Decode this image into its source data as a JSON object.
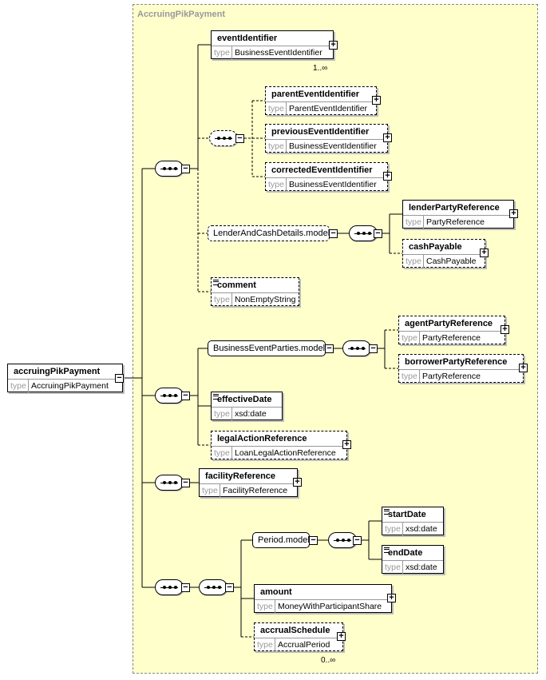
{
  "diagram": {
    "group_title": "AccruingPikPayment",
    "type_label": "type",
    "root": {
      "name": "accruingPikPayment",
      "type": "AccruingPikPayment"
    },
    "elements": {
      "eventIdentifier": {
        "name": "eventIdentifier",
        "type": "BusinessEventIdentifier",
        "occurs": "1..∞"
      },
      "parentEventIdentifier": {
        "name": "parentEventIdentifier",
        "type": "ParentEventIdentifier"
      },
      "previousEventIdentifier": {
        "name": "previousEventIdentifier",
        "type": "BusinessEventIdentifier"
      },
      "correctedEventIdentifier": {
        "name": "correctedEventIdentifier",
        "type": "BusinessEventIdentifier"
      },
      "lenderPartyReference": {
        "name": "lenderPartyReference",
        "type": "PartyReference"
      },
      "cashPayable": {
        "name": "cashPayable",
        "type": "CashPayable"
      },
      "comment": {
        "name": "comment",
        "type": "NonEmptyString"
      },
      "agentPartyReference": {
        "name": "agentPartyReference",
        "type": "PartyReference"
      },
      "borrowerPartyReference": {
        "name": "borrowerPartyReference",
        "type": "PartyReference"
      },
      "effectiveDate": {
        "name": "effectiveDate",
        "type": "xsd:date"
      },
      "legalActionReference": {
        "name": "legalActionReference",
        "type": "LoanLegalActionReference"
      },
      "facilityReference": {
        "name": "facilityReference",
        "type": "FacilityReference"
      },
      "startDate": {
        "name": "startDate",
        "type": "xsd:date"
      },
      "endDate": {
        "name": "endDate",
        "type": "xsd:date"
      },
      "amount": {
        "name": "amount",
        "type": "MoneyWithParticipantShare"
      },
      "accrualSchedule": {
        "name": "accrualSchedule",
        "type": "AccrualPeriod",
        "occurs": "0..∞"
      }
    },
    "groups": {
      "lenderAndCash": "LenderAndCashDetails.model",
      "businessEventParties": "BusinessEventParties.model",
      "period": "Period.model"
    },
    "expand_symbol": "+",
    "collapse_symbol": "−"
  }
}
